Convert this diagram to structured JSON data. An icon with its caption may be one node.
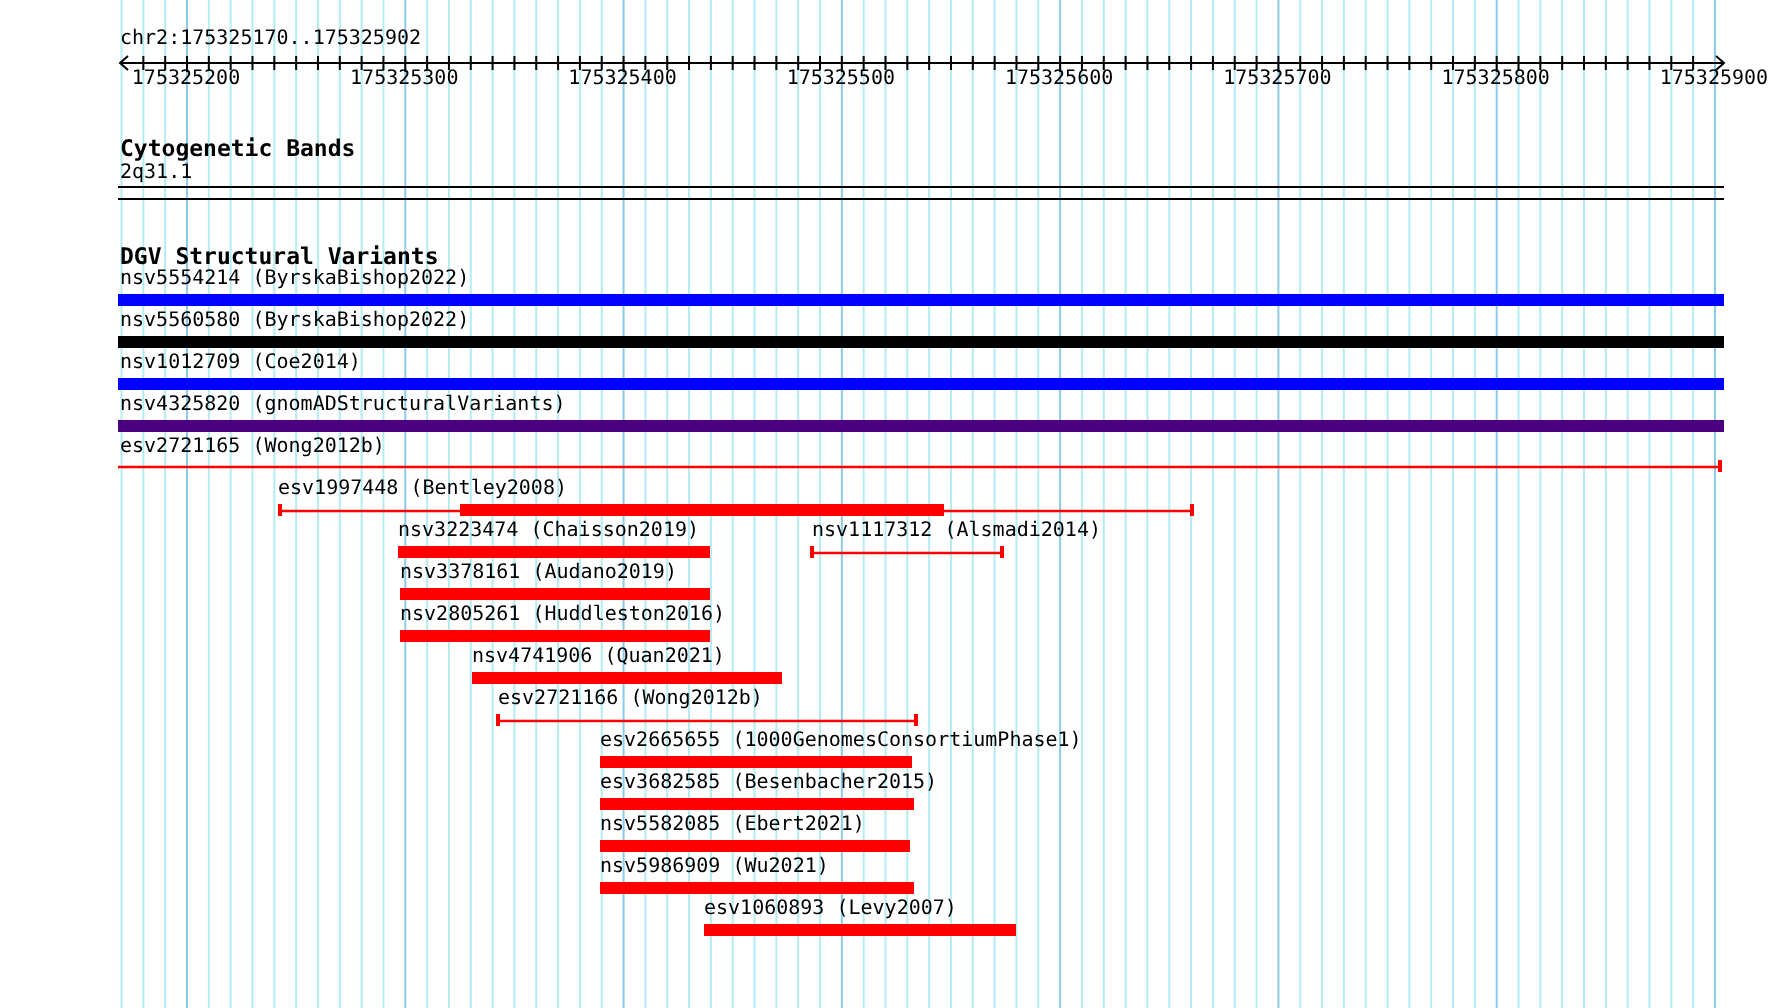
{
  "diagram": {
    "nodes": [
      {
        "text": [
          "2q31.1"
        ]
      },
      {
        "text": [
          "nsv5554214 (ByrskaBishop2022)"
        ]
      },
      {
        "text": [
          "nsv5560580 (ByrskaBishop2022)"
        ]
      },
      {
        "text": [
          "nsv1012709 (Coe2014)"
        ]
      },
      {
        "text": [
          "nsv4325820 (gnomADStructuralVariants)"
        ]
      },
      {
        "text": [
          "esv2721165 (Wong2012b)"
        ]
      },
      {
        "text": [
          "esv1997448 (Bentley2008)"
        ]
      },
      {
        "text": [
          "nsv3223474 (Chaisson2019)"
        ]
      },
      {
        "text": [
          "nsv1117312 (Alsmadi2014)"
        ]
      },
      {
        "text": [
          "nsv3378161 (Audano2019)"
        ]
      },
      {
        "text": [
          "nsv2805261 (Huddleston2016)"
        ]
      },
      {
        "text": [
          "nsv4741906 (Quan2021)"
        ]
      },
      {
        "text": [
          "esv2721166 (Wong2012b)"
        ]
      },
      {
        "text": [
          "esv2665655 (1000GenomesConsortiumPhase1)"
        ]
      },
      {
        "text": [
          "esv3682585 (Besenbacher2015)"
        ]
      },
      {
        "text": [
          "nsv5582085 (Ebert2021)"
        ]
      },
      {
        "text": [
          "nsv5986909 (Wu2021)"
        ]
      },
      {
        "text": [
          "esv1060893 (Levy2007)"
        ]
      }
    ],
    "labels": [
      "chr2:175325170..175325902",
      "175325200",
      "175325300",
      "175325400",
      "175325500",
      "175325600",
      "175325700",
      "175325800",
      "175325900",
      "Cytogenetic Bands",
      "DGV Structural Variants"
    ]
  }
}
